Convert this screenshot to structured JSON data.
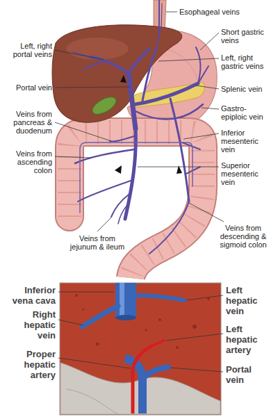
{
  "diagram": {
    "labels": [
      "Esophageal veins",
      "Left, right portal veins",
      "Short gastric veins",
      "Left, right gastric veins",
      "Portal vein",
      "Splenic vein",
      "Veins from pancreas & duodenum",
      "Gastro- epiploic vein",
      "Inferior mesenteric vein",
      "Veins from ascending colon",
      "Superior mesenteric vein",
      "Veins from jejunum & ileum",
      "Veins from descending & sigmoid colon",
      "Inferior vena cava",
      "Left hepatic vein",
      "Right hepatic vein",
      "Left hepatic artery",
      "Proper hepatic artery",
      "Portal vein"
    ]
  }
}
